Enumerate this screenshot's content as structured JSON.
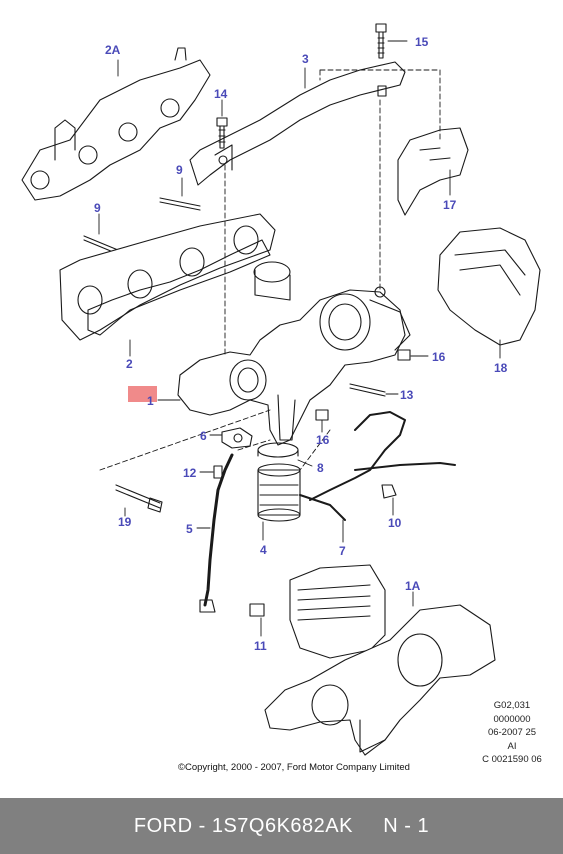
{
  "callouts": [
    {
      "id": "2A",
      "label": "2A"
    },
    {
      "id": "3",
      "label": "3"
    },
    {
      "id": "15",
      "label": "15"
    },
    {
      "id": "14",
      "label": "14"
    },
    {
      "id": "9a",
      "label": "9"
    },
    {
      "id": "9b",
      "label": "9"
    },
    {
      "id": "17",
      "label": "17"
    },
    {
      "id": "18",
      "label": "18"
    },
    {
      "id": "2",
      "label": "2"
    },
    {
      "id": "16a",
      "label": "16"
    },
    {
      "id": "1",
      "label": "1"
    },
    {
      "id": "13",
      "label": "13"
    },
    {
      "id": "6",
      "label": "6"
    },
    {
      "id": "16b",
      "label": "16"
    },
    {
      "id": "12",
      "label": "12"
    },
    {
      "id": "8",
      "label": "8"
    },
    {
      "id": "19",
      "label": "19"
    },
    {
      "id": "5",
      "label": "5"
    },
    {
      "id": "4",
      "label": "4"
    },
    {
      "id": "10",
      "label": "10"
    },
    {
      "id": "7",
      "label": "7"
    },
    {
      "id": "1A",
      "label": "1A"
    },
    {
      "id": "11",
      "label": "11"
    }
  ],
  "reference": {
    "line1": "G02,031",
    "line2": "0000000",
    "line3": "06-2007 25",
    "line4": "AI",
    "line5": "C 0021590 06"
  },
  "copyright": "©Copyright, 2000 - 2007, Ford Motor Company Limited",
  "footer": {
    "text": "FORD - 1S7Q6K682AK     N - 1",
    "background": "#808080"
  },
  "colors": {
    "callout": "#4a4ab8",
    "highlight_marker": "#f08a8a",
    "line_art": "#1a1a1a"
  }
}
